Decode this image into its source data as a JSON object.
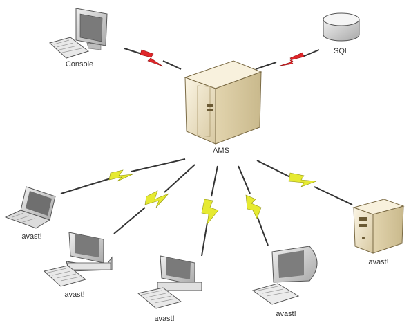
{
  "nodes": {
    "console": {
      "label": "Console"
    },
    "sql": {
      "label": "SQL"
    },
    "ams": {
      "label": "AMS"
    },
    "laptop": {
      "label": "avast!"
    },
    "pc_1": {
      "label": "avast!"
    },
    "pc_2": {
      "label": "avast!"
    },
    "imac": {
      "label": "avast!"
    },
    "server": {
      "label": "avast!"
    }
  },
  "colors": {
    "lightning_red": "#e0262a",
    "lightning_yellow": "#e6ea32",
    "link_line": "#333333",
    "device_beige": "#efe4c6",
    "device_gray": "#bfbfbf"
  }
}
